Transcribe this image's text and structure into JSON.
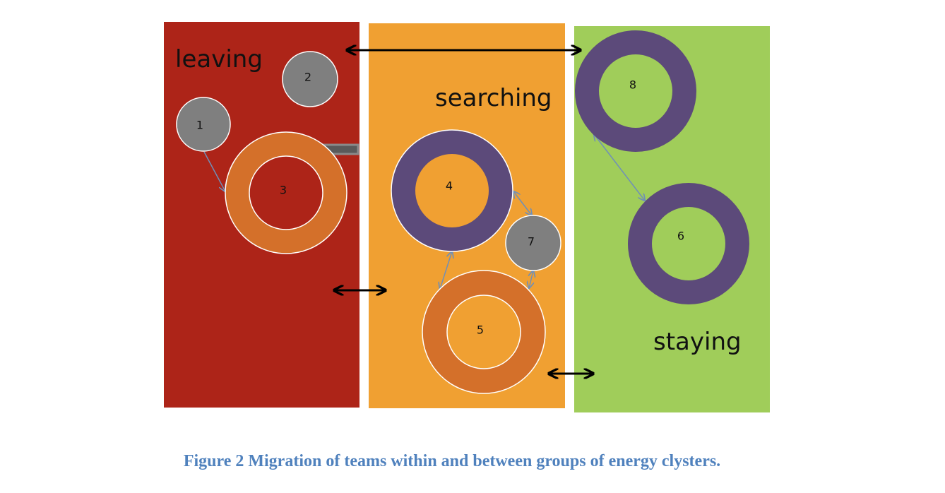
{
  "colors": {
    "leaving_zone": "#ad2418",
    "searching_zone": "#f0a032",
    "staying_zone": "#a0cd5a",
    "orange_ring": "#d4702a",
    "purple_ring": "#5c4a7a",
    "gray_node": "#7f7f7f",
    "thin_arrow": "#6f8fb8",
    "thick_arrow": "#000000",
    "caption": "#4f81bd"
  },
  "zones": [
    {
      "id": "leaving",
      "label": "leaving"
    },
    {
      "id": "searching",
      "label": "searching"
    },
    {
      "id": "staying",
      "label": "staying"
    }
  ],
  "nodes": [
    {
      "id": "1",
      "label": "1",
      "zone": "leaving",
      "kind": "gray-circle"
    },
    {
      "id": "2",
      "label": "2",
      "zone": "leaving",
      "kind": "gray-circle"
    },
    {
      "id": "3",
      "label": "3",
      "zone": "leaving",
      "kind": "orange-ring"
    },
    {
      "id": "4",
      "label": "4",
      "zone": "searching",
      "kind": "purple-ring"
    },
    {
      "id": "5",
      "label": "5",
      "zone": "searching",
      "kind": "orange-ring"
    },
    {
      "id": "7",
      "label": "7",
      "zone": "searching",
      "kind": "gray-circle"
    },
    {
      "id": "8",
      "label": "8",
      "zone": "staying",
      "kind": "purple-ring"
    },
    {
      "id": "6",
      "label": "6",
      "zone": "staying",
      "kind": "purple-ring"
    }
  ],
  "edges": [
    {
      "from": "1",
      "to": "3",
      "style": "thin",
      "direction": "forward"
    },
    {
      "from": "4",
      "to": "7",
      "style": "thin",
      "direction": "both"
    },
    {
      "from": "4",
      "to": "5",
      "style": "thin",
      "direction": "both"
    },
    {
      "from": "7",
      "to": "5",
      "style": "thin",
      "direction": "both"
    },
    {
      "from": "8",
      "to": "6",
      "style": "thin",
      "direction": "both"
    },
    {
      "from": "leaving",
      "to": "staying",
      "style": "thick",
      "direction": "both"
    },
    {
      "from": "leaving",
      "to": "searching",
      "style": "thick",
      "direction": "both"
    },
    {
      "from": "searching",
      "to": "staying",
      "style": "thick",
      "direction": "both"
    }
  ],
  "caption": "Figure 2 Migration of teams within and between groups of energy clysters."
}
